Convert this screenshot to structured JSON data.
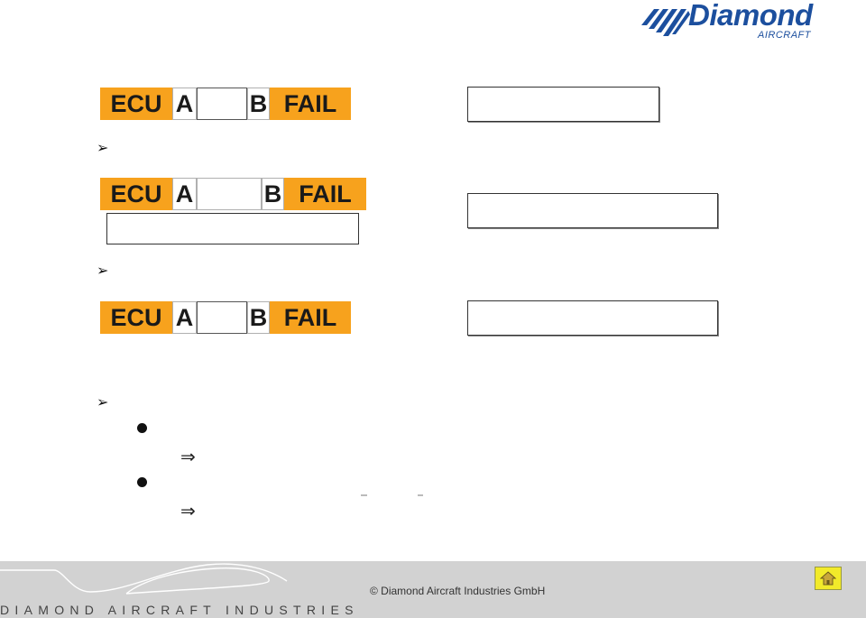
{
  "header": {
    "logo_word": "Diamond",
    "logo_sub": "AIRCRAFT",
    "brand_color": "#1c4f9e"
  },
  "annunciators": [
    {
      "ecu": "ECU",
      "a": "A",
      "b": "B",
      "fail": "FAIL"
    },
    {
      "ecu": "ECU",
      "a": "A",
      "b": "B",
      "fail": "FAIL"
    },
    {
      "ecu": "ECU",
      "a": "A",
      "b": "B",
      "fail": "FAIL"
    }
  ],
  "colors": {
    "annunciator_orange": "#f7a21d",
    "footer_gray": "#d2d2d2",
    "home_button_yellow": "#f2ea2a"
  },
  "symbols": {
    "arrow": "➢",
    "implies": "⇒"
  },
  "footer": {
    "copyright": "© Diamond Aircraft Industries GmbH",
    "brand": "DIAMOND AIRCRAFT INDUSTRIES"
  },
  "icons": {
    "home": "home-icon"
  }
}
